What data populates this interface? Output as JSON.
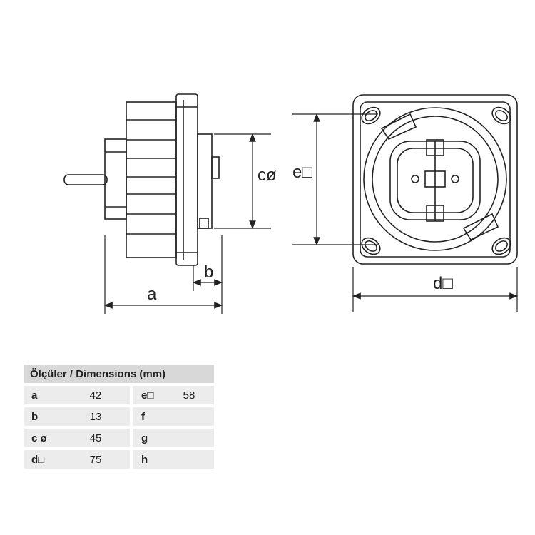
{
  "labels": {
    "a": "a",
    "b": "b",
    "c": "cø",
    "d": "d□",
    "e": "e□"
  },
  "table": {
    "title": "Ölçüler / Dimensions (mm)",
    "rows": [
      {
        "k1": "a",
        "v1": "42",
        "k2": "e□",
        "v2": "58"
      },
      {
        "k1": "b",
        "v1": "13",
        "k2": "f",
        "v2": ""
      },
      {
        "k1": "c ø",
        "v1": "45",
        "k2": "g",
        "v2": ""
      },
      {
        "k1": "d□",
        "v1": "75",
        "k2": "h",
        "v2": ""
      }
    ]
  }
}
